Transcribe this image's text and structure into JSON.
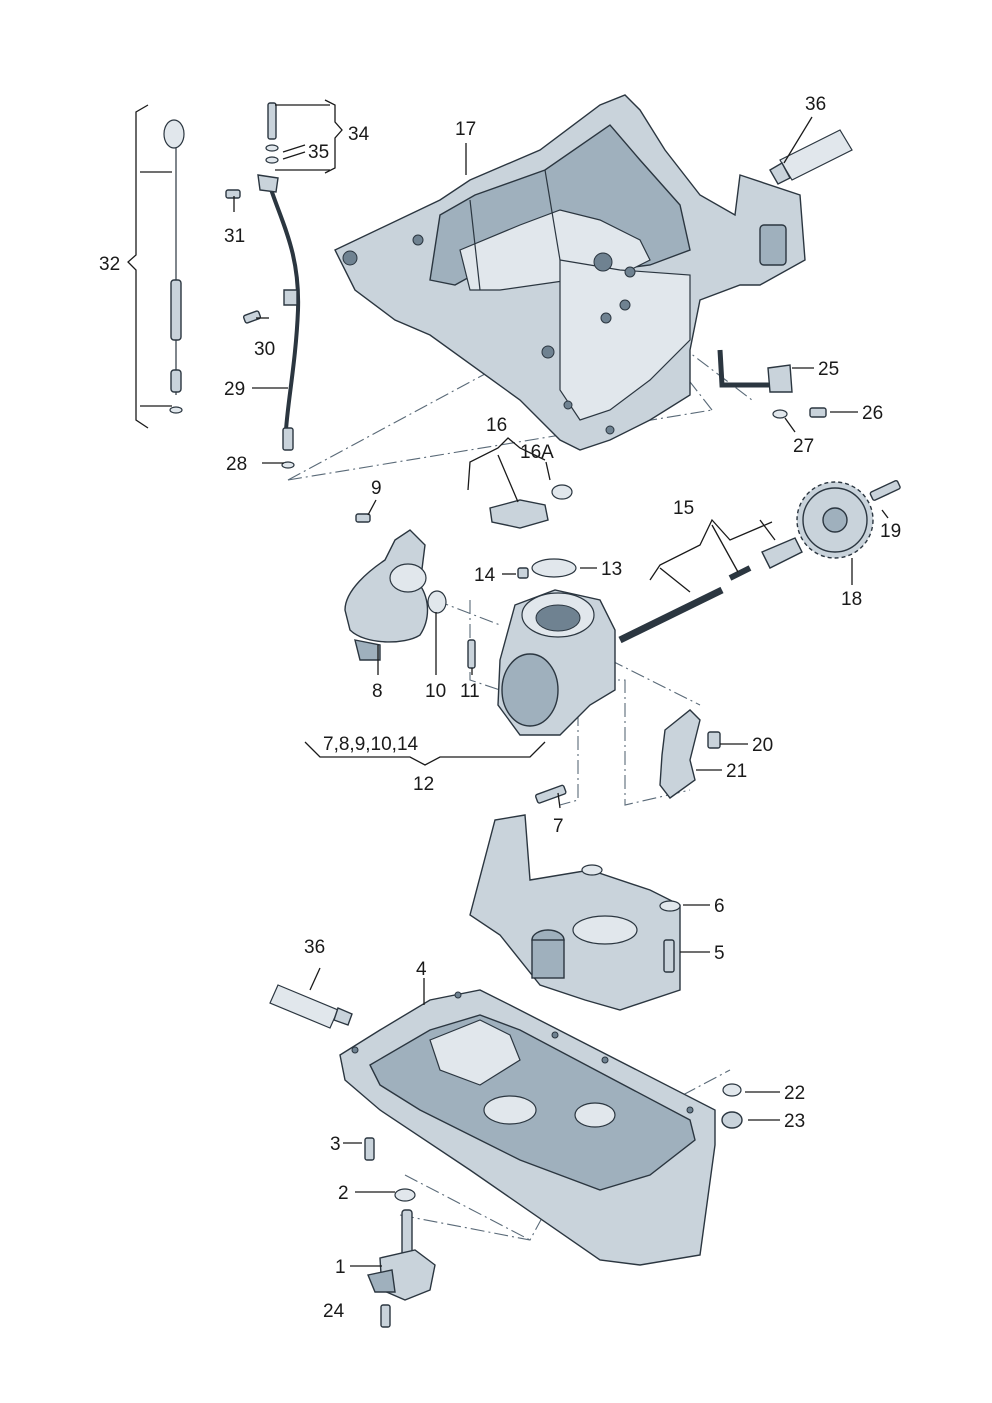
{
  "callouts": {
    "c1": "1",
    "c2": "2",
    "c3": "3",
    "c4": "4",
    "c5": "5",
    "c6": "6",
    "c7": "7",
    "c8": "8",
    "c9": "9",
    "c10": "10",
    "c11": "11",
    "c12": "12",
    "c13": "13",
    "c14": "14",
    "c15": "15",
    "c16": "16",
    "c16a": "16A",
    "c17": "17",
    "c18": "18",
    "c19": "19",
    "c20": "20",
    "c21": "21",
    "c22": "22",
    "c23": "23",
    "c24": "24",
    "c25": "25",
    "c26": "26",
    "c27": "27",
    "c28": "28",
    "c29": "29",
    "c30": "30",
    "c31": "31",
    "c32": "32",
    "c34": "34",
    "c35": "35",
    "c36_top": "36",
    "c36_bottom": "36"
  },
  "group_label": "7,8,9,10,14"
}
